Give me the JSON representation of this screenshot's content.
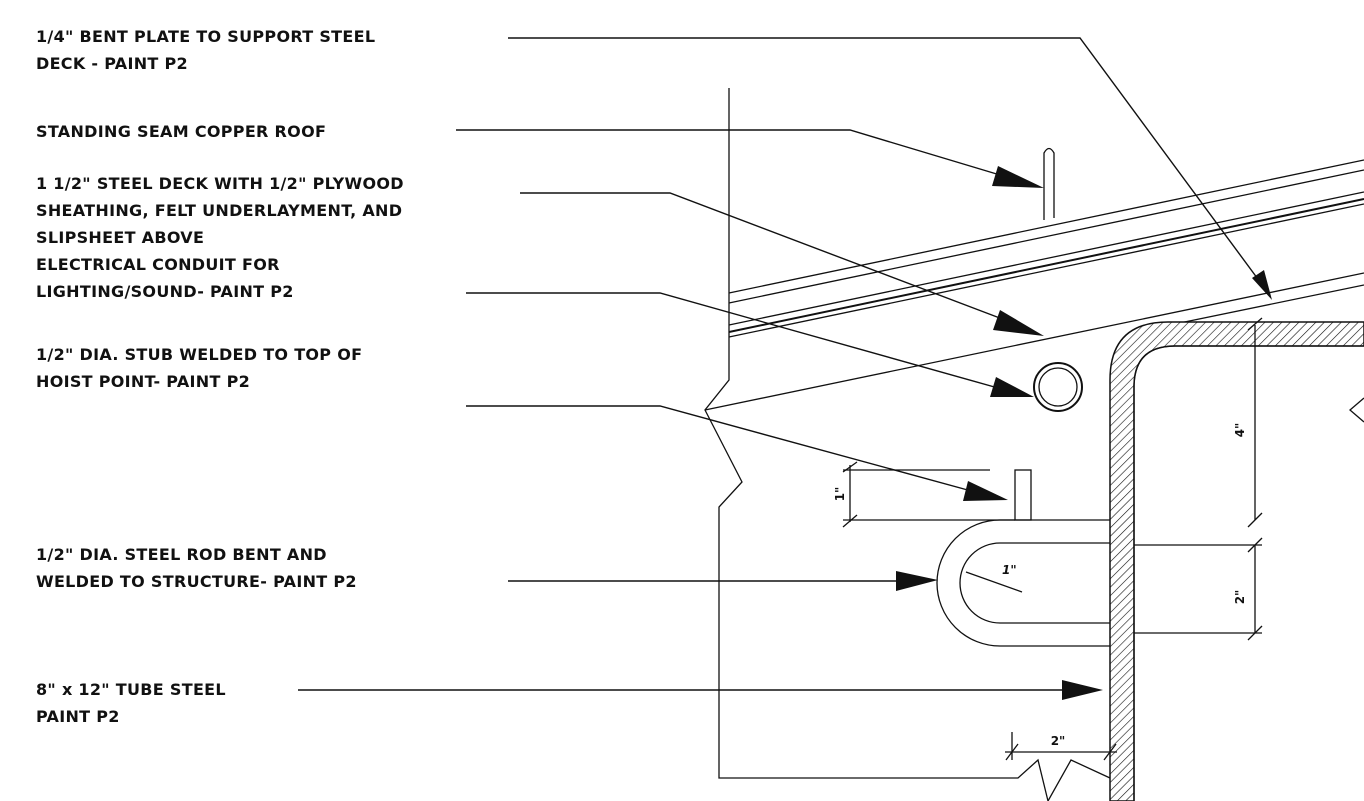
{
  "notes": [
    {
      "lines": [
        "1/4\" BENT PLATE TO SUPPORT STEEL",
        "DECK - PAINT P2"
      ]
    },
    {
      "lines": [
        "STANDING SEAM COPPER ROOF"
      ]
    },
    {
      "lines": [
        "1 1/2\" STEEL DECK WITH 1/2\" PLYWOOD",
        "SHEATHING, FELT UNDERLAYMENT, AND",
        "SLIPSHEET ABOVE"
      ]
    },
    {
      "lines": [
        "ELECTRICAL CONDUIT FOR",
        "LIGHTING/SOUND- PAINT P2"
      ]
    },
    {
      "lines": [
        "1/2\" DIA. STUB WELDED TO TOP OF",
        "HOIST POINT- PAINT P2"
      ]
    },
    {
      "lines": [
        "1/2\" DIA. STEEL ROD BENT AND",
        "WELDED TO STRUCTURE- PAINT P2"
      ]
    },
    {
      "lines": [
        "8\" x 12\" TUBE STEEL",
        "PAINT P2"
      ]
    }
  ],
  "dimensions": {
    "tube_top": "4\"",
    "rod_height": "2\"",
    "stub_height": "1\"",
    "rod_radius": "1\"",
    "rod_projection": "2\""
  }
}
